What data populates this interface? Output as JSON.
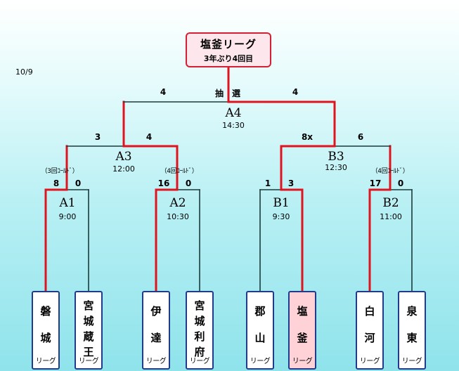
{
  "date": "10/9",
  "title": {
    "main": "塩釜リーグ",
    "sub": "3年ぶり4回目"
  },
  "draw_label": "抽　選",
  "final": {
    "name": "A4",
    "time": "14:30",
    "score_left": "4",
    "score_right": "4"
  },
  "semis": [
    {
      "name": "A3",
      "time": "12:00",
      "score_left": "3",
      "score_right": "4"
    },
    {
      "name": "B3",
      "time": "12:30",
      "score_left": "8x",
      "score_right": "6"
    }
  ],
  "first_round": [
    {
      "name": "A1",
      "time": "9:00",
      "score_left": "8",
      "score_right": "0",
      "note": "（3回ｺｰﾙﾄﾞ）"
    },
    {
      "name": "A2",
      "time": "10:30",
      "score_left": "16",
      "score_right": "0",
      "note": "（4回ｺｰﾙﾄﾞ）"
    },
    {
      "name": "B1",
      "time": "9:30",
      "score_left": "1",
      "score_right": "3",
      "note": ""
    },
    {
      "name": "B2",
      "time": "11:00",
      "score_left": "17",
      "score_right": "0",
      "note": "（4回ｺｰﾙﾄﾞ）"
    }
  ],
  "teams": [
    {
      "name": "磐城",
      "league": "リーグ"
    },
    {
      "name": "宮城蔵王",
      "league": "リーグ"
    },
    {
      "name": "伊達",
      "league": "リーグ"
    },
    {
      "name": "宮城利府",
      "league": "リーグ"
    },
    {
      "name": "郡山",
      "league": "リーグ"
    },
    {
      "name": "塩釜",
      "league": "リーグ"
    },
    {
      "name": "白河",
      "league": "リーグ"
    },
    {
      "name": "泉東",
      "league": "リーグ"
    }
  ],
  "colors": {
    "winner_line": "#e0141e",
    "loser_line": "#1c3a3a",
    "team_border": "#223a8a",
    "highlight_team": "#ffd2d8"
  }
}
